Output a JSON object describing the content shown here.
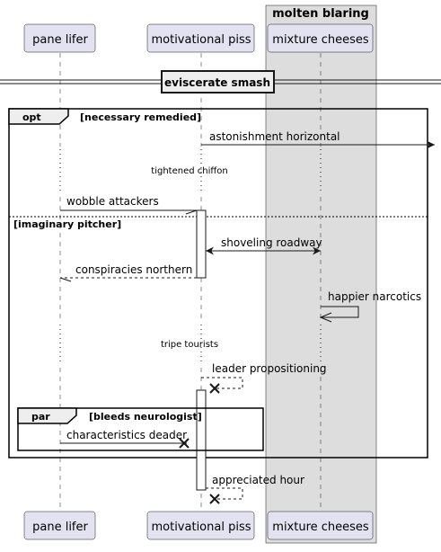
{
  "diagram": {
    "box": {
      "title": "molten blaring",
      "fill": "#dddddd"
    },
    "participants": [
      {
        "id": "pane",
        "label": "pane lifer"
      },
      {
        "id": "mot",
        "label": "motivational piss"
      },
      {
        "id": "mix",
        "label": "mixture cheeses"
      }
    ],
    "divider": {
      "label": "eviscerate smash"
    },
    "fragments": {
      "opt": {
        "keyword": "opt",
        "guard": "[necessary remedied]",
        "else_guard": "[imaginary pitcher]"
      },
      "par": {
        "keyword": "par",
        "guard": "[bleeds neurologist]"
      }
    },
    "messages": [
      {
        "id": "astonishment",
        "label": "astonishment horizontal"
      },
      {
        "id": "wobble",
        "label": "wobble attackers"
      },
      {
        "id": "shoveling",
        "label": "shoveling roadway"
      },
      {
        "id": "conspiracies",
        "label": "conspiracies northern"
      },
      {
        "id": "happier",
        "label": "happier narcotics"
      },
      {
        "id": "leader",
        "label": "leader propositioning"
      },
      {
        "id": "characteristics",
        "label": "characteristics deader"
      },
      {
        "id": "appreciated",
        "label": "appreciated hour"
      }
    ],
    "delays": [
      {
        "id": "delay-1",
        "label": "tightened chiffon"
      },
      {
        "id": "delay-2",
        "label": "tripe tourists"
      }
    ],
    "colors": {
      "participant_fill": "#e2e2f0",
      "participant_stroke": "#181818",
      "lifeline": "#181818",
      "box_fill": "#dddddd",
      "activation_fill": "#ffffff"
    }
  }
}
